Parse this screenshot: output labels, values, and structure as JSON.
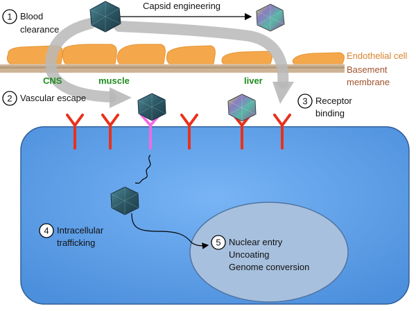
{
  "steps": [
    {
      "num": "1",
      "line1": "Blood",
      "line2": "clearance"
    },
    {
      "num": "2",
      "line1": "Vascular escape"
    },
    {
      "num": "3",
      "line1": "Receptor",
      "line2": "binding"
    },
    {
      "num": "4",
      "line1": "Intracellular",
      "line2": "trafficking"
    },
    {
      "num": "5",
      "line1": "Nuclear entry",
      "line2": "Uncoating",
      "line3": "Genome conversion"
    }
  ],
  "capsid_engineering": "Capsid engineering",
  "tissues": {
    "cns": "CNS",
    "muscle": "muscle",
    "liver": "liver"
  },
  "layers": {
    "endothelial": "Endothelial cell",
    "basement_1": "Basement",
    "basement_2": "membrane"
  },
  "colors": {
    "endothelial": "#f5a84b",
    "basement": "#c8a986",
    "cell": "#6aa8ef",
    "nucleus": "#a7c0de",
    "receptor": "#e8311c",
    "receptor_bound": "#f06be3",
    "capsid": "#2f5a68",
    "arrow": "#b8b8b8"
  }
}
